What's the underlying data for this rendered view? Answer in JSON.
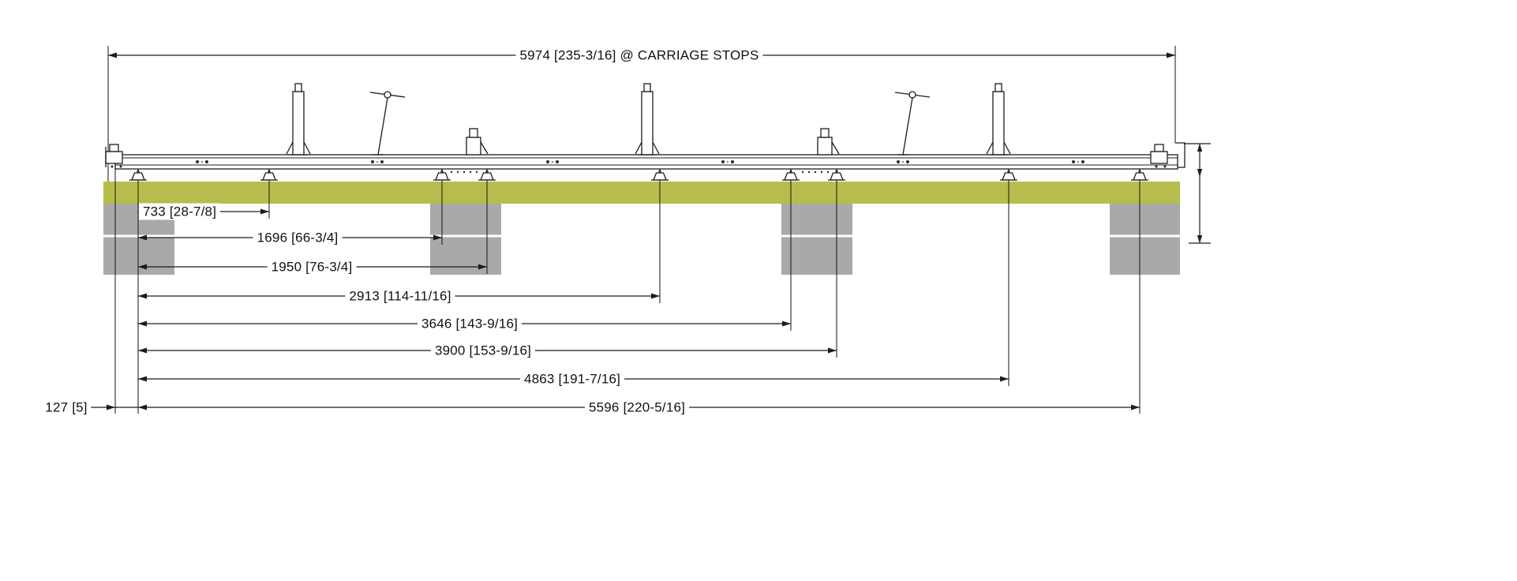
{
  "drawing": {
    "type": "technical-elevation",
    "description_note": "@ CARRIAGE STOPS"
  },
  "colors": {
    "beam": "#b7bd4c",
    "support": "#a9a9a9",
    "divider": "#ffffff",
    "line": "#1c1c1c"
  },
  "dims": [
    {
      "id": "carriage-stops",
      "label": "5974 [235-3/16] @ CARRIAGE STOPS"
    },
    {
      "id": "d733",
      "label": "733 [28-7/8]"
    },
    {
      "id": "d1696",
      "label": "1696 [66-3/4]"
    },
    {
      "id": "d1950",
      "label": "1950 [76-3/4]"
    },
    {
      "id": "d2913",
      "label": "2913 [114-11/16]"
    },
    {
      "id": "d3646",
      "label": "3646 [143-9/16]"
    },
    {
      "id": "d3900",
      "label": "3900 [153-9/16]"
    },
    {
      "id": "d4863",
      "label": "4863 [191-7/16]"
    },
    {
      "id": "d5596",
      "label": "5596 [220-5/16]"
    },
    {
      "id": "d127",
      "label": "127 [5]"
    }
  ]
}
